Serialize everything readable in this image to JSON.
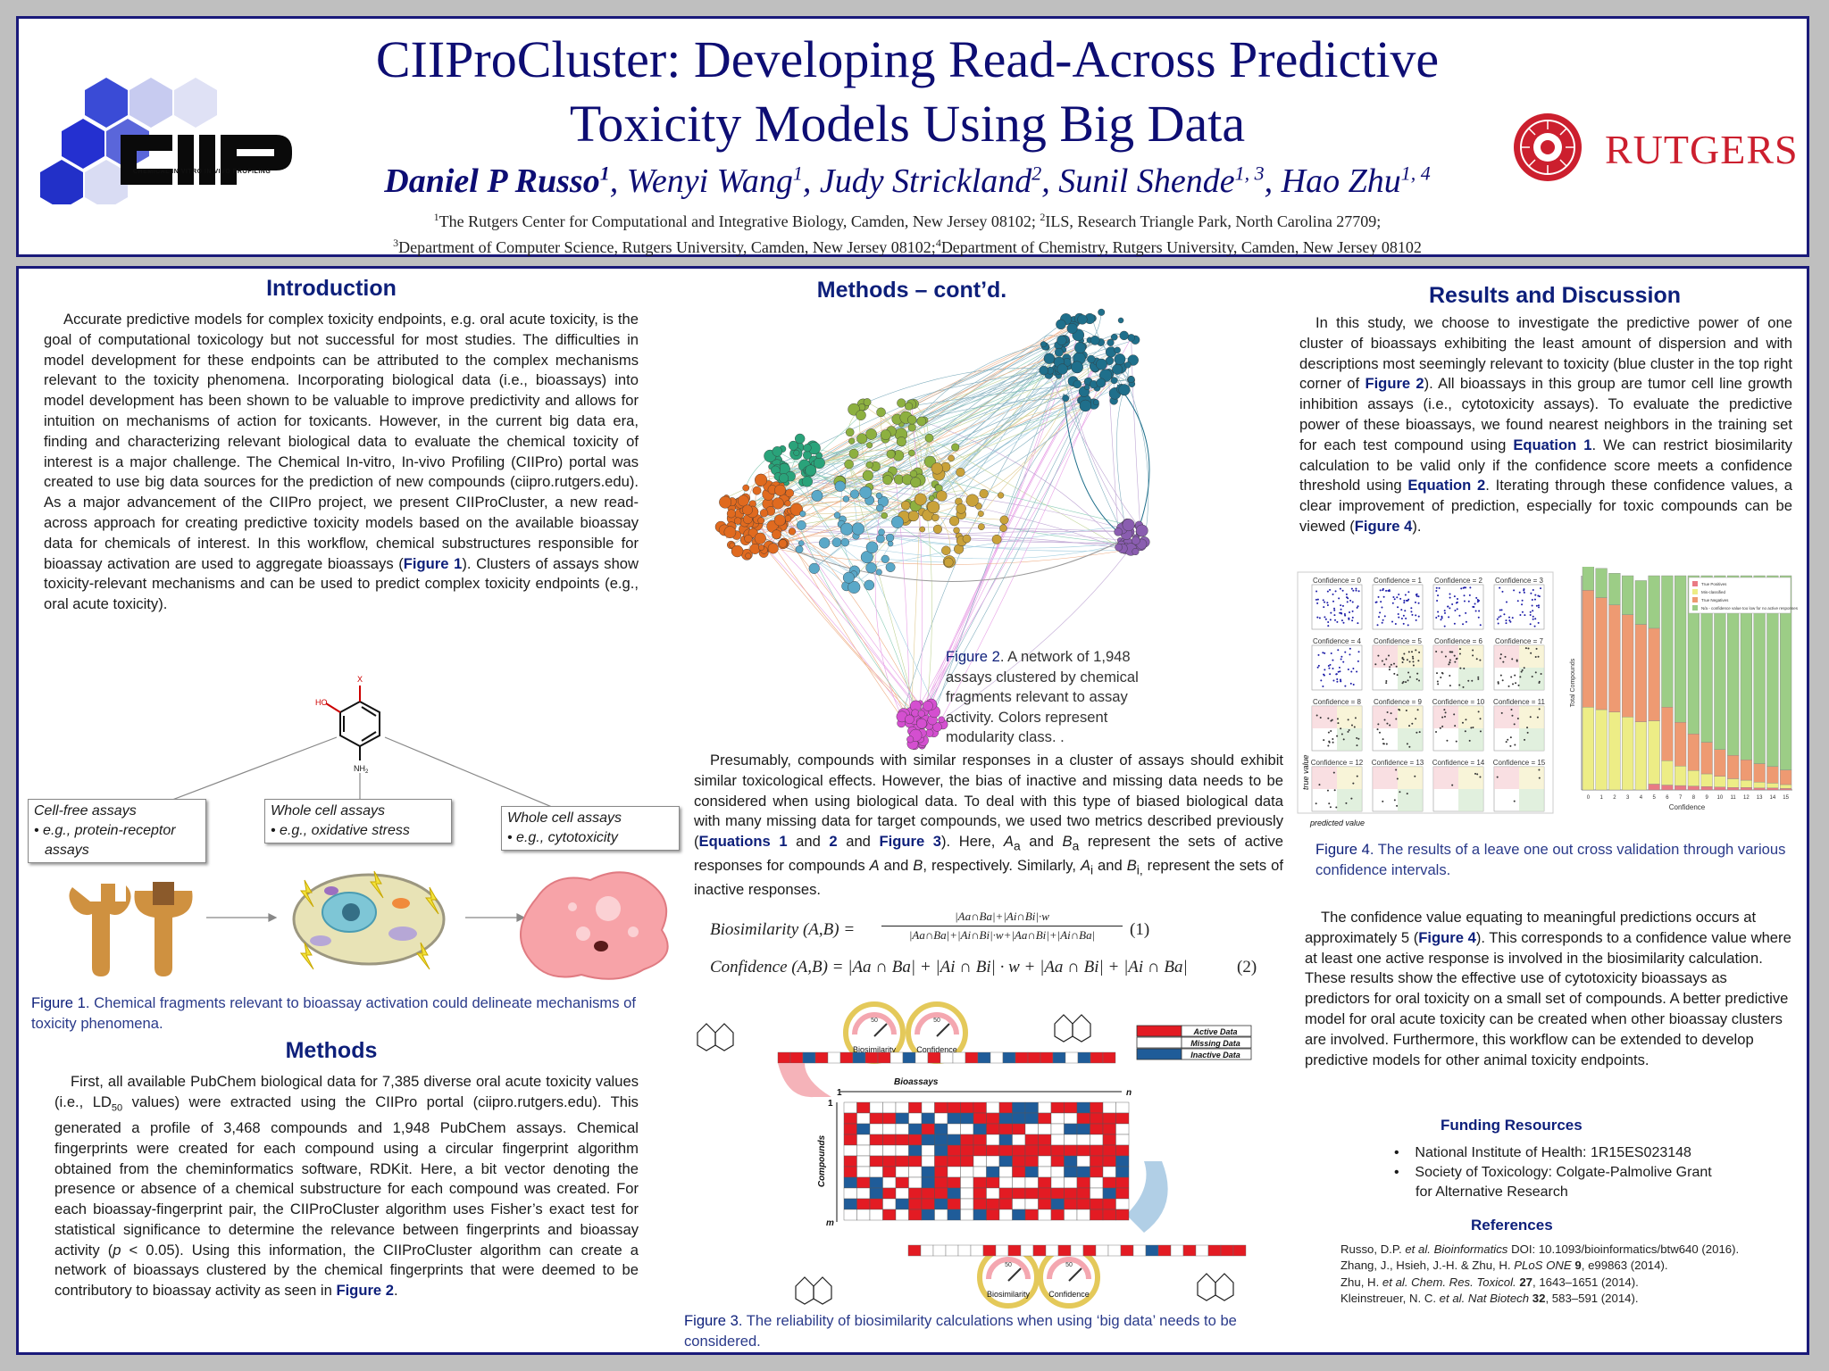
{
  "header": {
    "title_line1": "CIIProCluster: Developing Read-Across Predictive",
    "title_line2": "Toxicity Models Using Big Data",
    "authors": [
      {
        "name": "Daniel P Russo",
        "sup": "1",
        "lead": true
      },
      {
        "name": "Wenyi Wang",
        "sup": "1"
      },
      {
        "name": "Judy Strickland",
        "sup": "2"
      },
      {
        "name": "Sunil Shende",
        "sup": "1, 3"
      },
      {
        "name": "Hao Zhu",
        "sup": "1, 4"
      }
    ],
    "affil_1_sup": "1",
    "affil_1": "The Rutgers Center for Computational and Integrative Biology, Camden, New Jersey 08102;",
    "affil_2_sup": "2",
    "affil_2": "ILS, Research Triangle Park, North Carolina 27709;",
    "affil_3_sup": "3",
    "affil_3": "Department of Computer Science, Rutgers University, Camden, New Jersey 08102;",
    "affil_4_sup": "4",
    "affil_4": "Department of Chemistry, Rutgers University, Camden, New Jersey 08102",
    "ciip_logo_tagline": "CHEMICAL IN VITRO IN VIVO PROFILING",
    "rutgers_logo_text": "RUTGERS"
  },
  "introduction": {
    "heading": "Introduction",
    "p1": "Accurate predictive models for complex toxicity endpoints, e.g. oral acute toxicity, is the goal of computational toxicology but not successful for most studies. The difficulties in model development for these endpoints can be attributed to the complex mechanisms relevant to the toxicity phenomena. Incorporating biological data (i.e., bioassays) into model development has been shown to be valuable to improve predictivity and allows for intuition on mechanisms of action for toxicants. However, in the current big data era, finding and characterizing relevant biological data to evaluate the chemical toxicity of interest is a major challenge. The Chemical In-vitro, In-vivo Profiling (CIIPro) portal was created to use big data sources for the prediction of new compounds (ciipro.rutgers.edu). As a major advancement of the CIIPro project, we present CIIProCluster, a new read-across approach for creating predictive toxicity models based on the available bioassay data for chemicals of interest. In this workflow, chemical substructures responsible for bioassay activation are used to aggregate bioassays (",
    "p1_ref": "Figure 1",
    "p1_end": ").  Clusters of assays show toxicity-relevant mechanisms and can be used to predict complex toxicity endpoints (e.g., oral acute toxicity).",
    "fig1_boxes": [
      {
        "line1": "Cell-free assays",
        "line2": "• e.g., protein-receptor",
        "line3": "assays"
      },
      {
        "line1": "Whole cell assays",
        "line2": "• e.g., oxidative stress",
        "line3": ""
      },
      {
        "line1": "Whole cell assays",
        "line2": "• e.g., cytotoxicity",
        "line3": ""
      }
    ],
    "fig1_molecule_labels": {
      "ho": "HO",
      "x": "X",
      "nh2": "NH",
      "nh2_sub": "2"
    },
    "fig1_label": "Figure 1",
    "fig1_caption": ". Chemical fragments relevant to bioassay activation could delineate mechanisms of toxicity phenomena."
  },
  "methods": {
    "heading": "Methods",
    "p1_a": "First, all available PubChem biological data for 7,385 diverse oral acute toxicity values (i.e., LD",
    "p1_sub": "50",
    "p1_b": " values) were extracted using the CIIPro portal (ciipro.rutgers.edu). This generated a profile of 3,468 compounds and 1,948 PubChem assays. Chemical fingerprints were created for each  compound using a circular fingerprint algorithm obtained from the cheminformatics software, RDKit. Here, a bit vector denoting the presence or absence of a chemical substructure for each compound was created. For each bioassay-fingerprint pair, the CIIProCluster algorithm uses Fisher’s exact test for statistical significance to determine the relevance between fingerprints and bioassay activity (",
    "p1_p": "p",
    "p1_c": " < 0.05). Using this information, the CIIProCluster algorithm can create a network of bioassays clustered  by the chemical fingerprints that were deemed to be contributory to bioassay activity as seen in ",
    "p1_ref": "Figure 2",
    "p1_end": "."
  },
  "methods_cont": {
    "heading": "Methods – cont’d.",
    "fig2_label": "Figure 2",
    "fig2_caption": ". A network of 1,948 assays clustered by chemical fragments relevant to assay activity. Colors represent modularity class.   .",
    "p1_a": "Presumably, compounds with similar responses in a cluster of assays should exhibit similar toxicological effects.  However, the bias of inactive and missing data needs to be considered when using biological data.  To deal with this type of biased biological data with many missing data for target compounds, we used two metrics described previously (",
    "p1_eq": "Equations 1",
    "p1_and": "  and ",
    "p1_eq2": "2",
    "p1_and2": " and ",
    "p1_fig": "Figure 3",
    "p1_b": "). Here, ",
    "var_Aa": "A",
    "var_Aa_sub": "a",
    "p1_c": " and ",
    "var_Ba": "B",
    "var_Ba_sub": "a",
    "p1_d": " represent the sets of active responses for compounds ",
    "var_A": "A",
    "p1_e": " and ",
    "var_B": "B",
    "p1_f": ", respectively. Similarly,  ",
    "var_Ai": "A",
    "var_Ai_sub": "i",
    "p1_g": " and ",
    "var_Bi": "B",
    "var_Bi_sub": "i,",
    "p1_h": "  represent the sets of inactive responses.",
    "eq1_lhs": "Biosimilarity (A,B) =",
    "eq1_num": "|Aa∩Ba|+|Ai∩Bi|·w",
    "eq1_den": "|Aa∩Ba|+|Ai∩Bi|·w+|Aa∩Bi|+|Ai∩Ba|",
    "eq1_num_label": "(1)",
    "eq2": "Confidence (A,B) = |Aa ∩ Ba| + |Ai ∩ Bi| · w +  |Aa ∩ Bi| + |Ai ∩ Ba|",
    "eq2_num_label": "(2)",
    "fig3_legend": [
      "Active Data",
      "Missing Data",
      "Inactive Data"
    ],
    "fig3_gauge_labels": [
      "Biosimilarity",
      "Confidence",
      "Biosimilarity",
      "Confidence"
    ],
    "fig3_gauge_mark": "50",
    "fig3_bioassays": "Bioassays",
    "fig3_compounds": "Compounds",
    "fig3_one_top": "1",
    "fig3_n": "n",
    "fig3_one_left": "1",
    "fig3_m": "m",
    "fig3_label": "Figure 3",
    "fig3_caption": ". The reliability of biosimilarity calculations when using ‘big data’ needs to be considered."
  },
  "results": {
    "heading": "Results and Discussion",
    "p1_a": "In this study, we choose to investigate the predictive power of one cluster of bioassays exhibiting the least amount of dispersion and with descriptions most seemingly relevant to toxicity (blue cluster in the top right corner of ",
    "p1_fig2": "Figure 2",
    "p1_b": ").  All bioassays in this group are tumor cell line growth inhibition assays (i.e., cytotoxicity assays). To evaluate the predictive power of these bioassays, we found nearest neighbors in the training set for each test compound using ",
    "p1_eq1": "Equation 1",
    "p1_c": ".  We can restrict biosimilarity calculation to be valid only if the confidence score meets a confidence threshold using ",
    "p1_eq2": "Equation 2",
    "p1_d": ". Iterating through these confidence values, a clear improvement of prediction, especially for toxic compounds can be viewed (",
    "p1_fig4": "Figure 4",
    "p1_e": ").",
    "fig4_panel_titles": [
      "Confidence = 0",
      "Confidence = 1",
      "Confidence = 2",
      "Confidence = 3",
      "Confidence = 4",
      "Confidence = 5",
      "Confidence = 6",
      "Confidence = 7",
      "Confidence = 8",
      "Confidence = 9",
      "Confidence = 10",
      "Confidence = 11",
      "Confidence = 12",
      "Confidence = 13",
      "Confidence = 14",
      "Confidence = 15"
    ],
    "fig4_ylabel": "true value",
    "fig4_xlabel": "predicted value",
    "fig4_label": "Figure 4",
    "fig4_caption": ". The results of a leave one out cross validation through various confidence intervals.",
    "p2_a": "The confidence value equating to meaningful predictions occurs at approximately 5 (",
    "p2_fig": "Figure 4",
    "p2_b": ").  This corresponds to a confidence value where at least one active response is involved in the biosimilarity calculation. These results show the effective use of cytotoxicity bioassays as predictors for oral toxicity on a small set of compounds. A better predictive model for oral acute toxicity can be created when other bioassay clusters are involved. Furthermore, this workflow can be extended to develop predictive models for other animal toxicity endpoints.",
    "funding_heading": "Funding Resources",
    "funding": [
      {
        "line1": "National Institute of Health: 1R15ES023148",
        "line2": ""
      },
      {
        "line1": "Society of Toxicology: Colgate-Palmolive Grant",
        "line2": "for Alternative Research"
      }
    ],
    "refs_heading": "References",
    "refs": [
      {
        "a": "Russo, D.P. ",
        "i": "et al. Bioinformatics",
        "b": " DOI: 10.1093/bioinformatics/btw640 (2016).",
        "vol": "",
        "c": ""
      },
      {
        "a": "Zhang, J., Hsieh, J.-H. & Zhu, H. ",
        "i": "PLoS ONE",
        "b": " ",
        "vol": "9",
        "c": ", e99863 (2014)."
      },
      {
        "a": "Zhu, H. ",
        "i": "et al. Chem. Res. Toxicol.",
        "b": " ",
        "vol": "27",
        "c": ", 1643–1651 (2014)."
      },
      {
        "a": "Kleinstreuer, N. C. ",
        "i": "et al. Nat Biotech",
        "b": " ",
        "vol": "32",
        "c": ", 583–591 (2014)."
      }
    ]
  },
  "chart_data": {
    "type": "bar",
    "title": "",
    "xlabel": "Confidence",
    "ylabel": "Total Compounds",
    "categories": [
      "0",
      "1",
      "2",
      "3",
      "4",
      "5",
      "6",
      "7",
      "8",
      "9",
      "10",
      "11",
      "12",
      "13",
      "14",
      "15"
    ],
    "series": [
      {
        "name": "True Positives",
        "values": [
          0,
          0,
          0,
          0,
          0,
          12,
          10,
          9,
          8,
          7,
          6,
          5,
          5,
          4,
          4,
          3
        ]
      },
      {
        "name": "Mis-classified",
        "values": [
          170,
          165,
          160,
          150,
          140,
          130,
          50,
          40,
          32,
          26,
          22,
          18,
          15,
          12,
          10,
          8
        ]
      },
      {
        "name": "True Negatives",
        "values": [
          240,
          230,
          220,
          210,
          200,
          190,
          110,
          90,
          75,
          65,
          55,
          48,
          42,
          38,
          34,
          30
        ]
      },
      {
        "name": "N/a - confidence value too low for no active responses",
        "values": [
          55,
          60,
          65,
          80,
          90,
          108,
          270,
          301,
          325,
          342,
          357,
          369,
          378,
          386,
          392,
          399
        ]
      }
    ],
    "ylim": [
      0,
      440
    ],
    "colors": [
      "#e97a84",
      "#eded86",
      "#ee9a72",
      "#9ccd86"
    ],
    "legend_position": "top-right"
  }
}
